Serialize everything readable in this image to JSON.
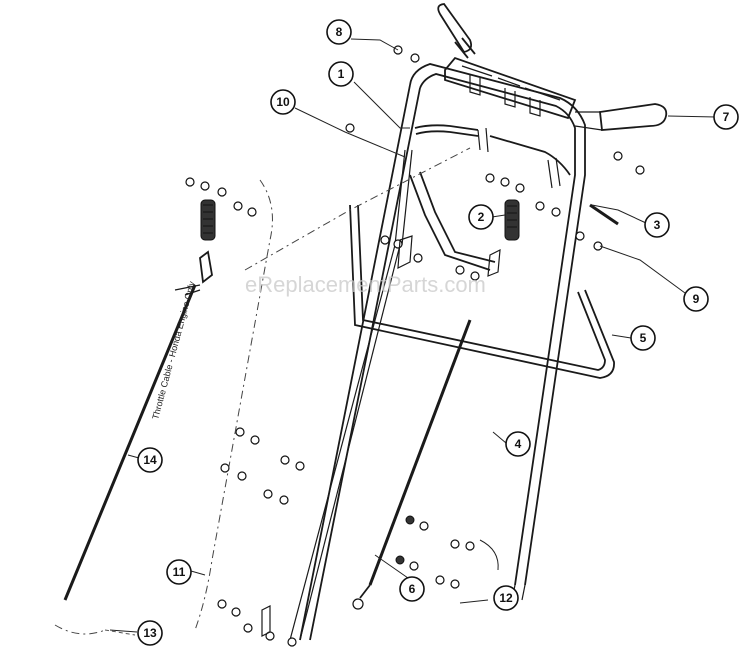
{
  "diagram": {
    "watermark": "eReplacementParts.com",
    "cable_note": "Throttle Cable - Honda Engine Only",
    "callouts": [
      "1",
      "2",
      "3",
      "4",
      "5",
      "6",
      "7",
      "8",
      "9",
      "10",
      "11",
      "12",
      "13",
      "14"
    ]
  }
}
